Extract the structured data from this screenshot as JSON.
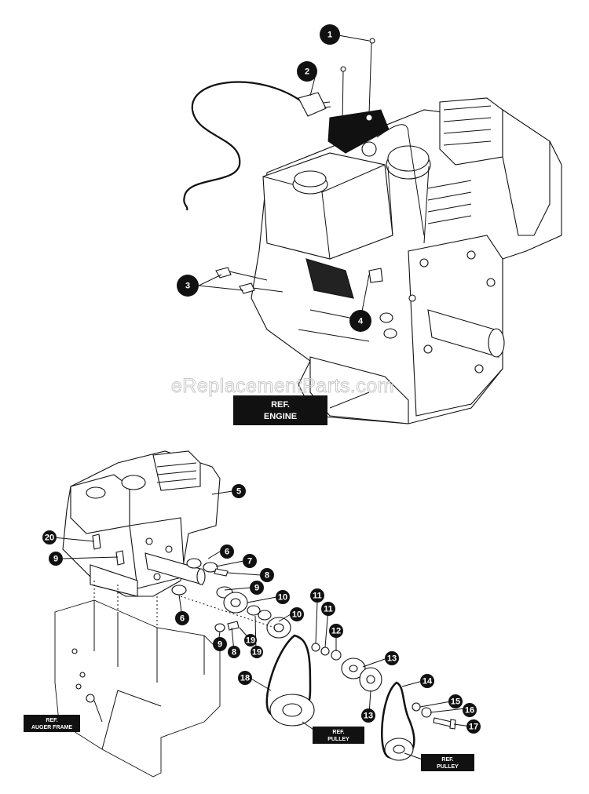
{
  "watermark": "eReplacementParts.com",
  "callouts": [
    {
      "id": "c1",
      "label": "1"
    },
    {
      "id": "c2",
      "label": "2"
    },
    {
      "id": "c3",
      "label": "3"
    },
    {
      "id": "c4",
      "label": "4"
    },
    {
      "id": "c5",
      "label": "5"
    },
    {
      "id": "c6a",
      "label": "6"
    },
    {
      "id": "c7",
      "label": "7"
    },
    {
      "id": "c8a",
      "label": "8"
    },
    {
      "id": "c9a",
      "label": "9"
    },
    {
      "id": "c10a",
      "label": "10"
    },
    {
      "id": "c20",
      "label": "20"
    },
    {
      "id": "c9b",
      "label": "9"
    },
    {
      "id": "c6b",
      "label": "6"
    },
    {
      "id": "c9c",
      "label": "9"
    },
    {
      "id": "c8b",
      "label": "8"
    },
    {
      "id": "c19a",
      "label": "19"
    },
    {
      "id": "c19b",
      "label": "19"
    },
    {
      "id": "c10b",
      "label": "10"
    },
    {
      "id": "c11a",
      "label": "11"
    },
    {
      "id": "c11b",
      "label": "11"
    },
    {
      "id": "c12",
      "label": "12"
    },
    {
      "id": "c13a",
      "label": "13"
    },
    {
      "id": "c18",
      "label": "18"
    },
    {
      "id": "c14",
      "label": "14"
    },
    {
      "id": "c13b",
      "label": "13"
    },
    {
      "id": "c15",
      "label": "15"
    },
    {
      "id": "c16",
      "label": "16"
    },
    {
      "id": "c17",
      "label": "17"
    }
  ],
  "ref_labels": {
    "engine": [
      "REF.",
      "ENGINE"
    ],
    "auger_frame": [
      "REF.",
      "AUGER FRAME"
    ],
    "pulley_a": [
      "REF.",
      "PULLEY"
    ],
    "pulley_b": [
      "REF.",
      "PULLEY"
    ]
  }
}
